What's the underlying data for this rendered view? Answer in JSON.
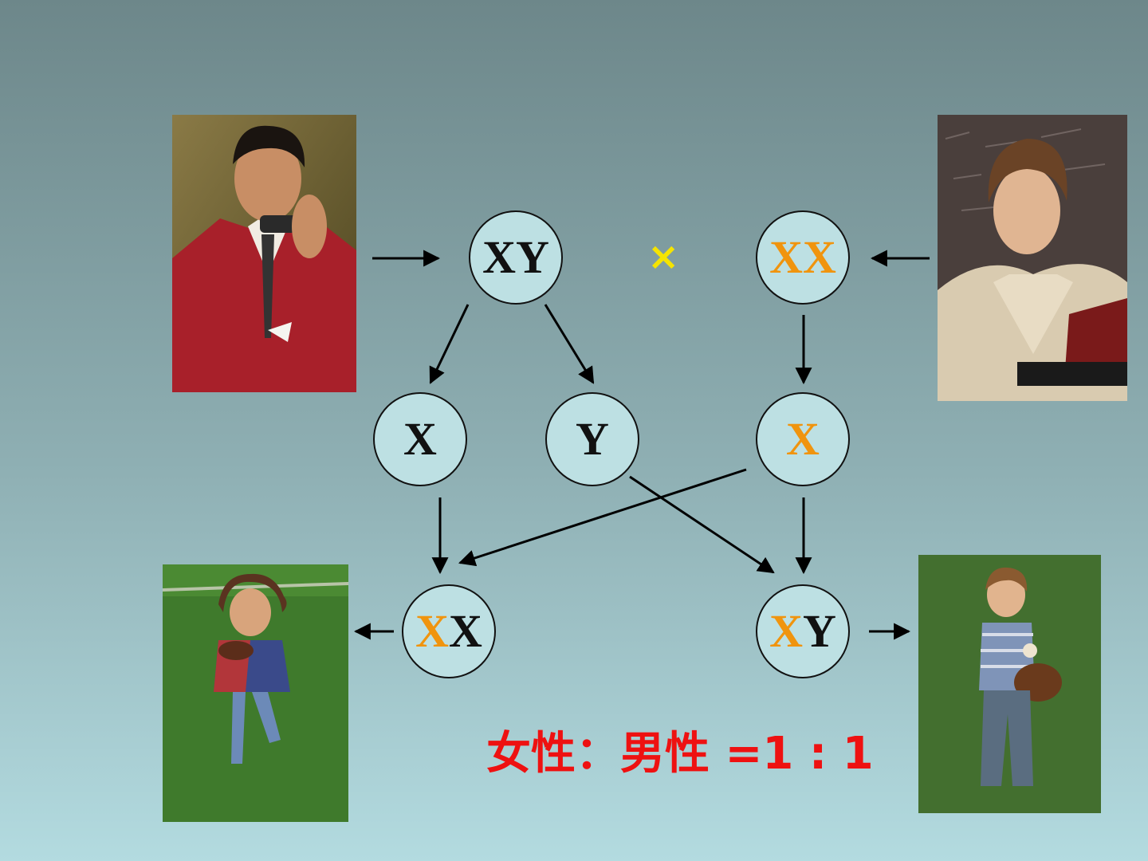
{
  "parents": {
    "father": {
      "genotype": [
        "X",
        "Y"
      ]
    },
    "cross_symbol": "×",
    "mother": {
      "genotype": [
        "X",
        "X"
      ]
    }
  },
  "gametes": {
    "father_x": "X",
    "father_y": "Y",
    "mother_x": "X"
  },
  "offspring": {
    "daughter": {
      "genotype": [
        "X",
        "X"
      ]
    },
    "son": {
      "genotype": [
        "X",
        "Y"
      ]
    }
  },
  "ratio_text": "女性：男性 =1 : 1",
  "colors": {
    "maternal_x": "#f0940e",
    "paternal": "#111111",
    "node_fill": "#bde0e3",
    "ratio": "#ee1111",
    "cross": "#f5e400"
  },
  "images": {
    "father": "man-in-red-suit-on-phone",
    "mother": "woman-with-book",
    "daughter": "girl-running-with-football",
    "son": "boy-with-baseball-glove"
  }
}
